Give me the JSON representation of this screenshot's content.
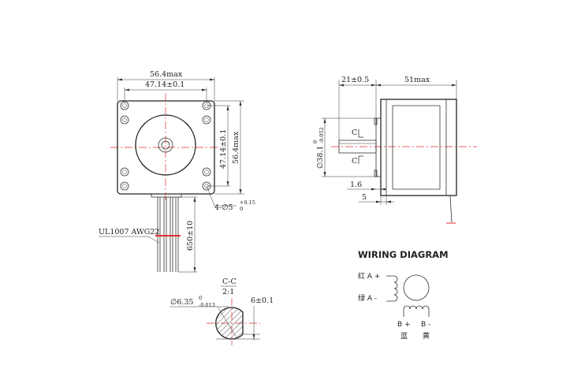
{
  "front_view": {
    "width_max": "56.4max",
    "hole_spacing": "47.14±0.1",
    "hole_spacing_vertical": "47.14±0.1",
    "height_max": "56.4max",
    "mount_holes": "4-∅5",
    "mount_holes_tol_upper": "+0.15",
    "mount_holes_tol_lower": "0",
    "cable_spec": "UL1007  AWG22",
    "lead_length": "650±10"
  },
  "side_view": {
    "shaft_length": "21±0.5",
    "body_length": "51max",
    "pilot_diameter": "∅38.1",
    "pilot_tol_upper": "0",
    "pilot_tol_lower": "-0.052",
    "pilot_height": "1.6",
    "flange_thickness": "5",
    "section_mark_top": "C",
    "section_mark_bottom": "C"
  },
  "section_view": {
    "title": "C-C",
    "scale": "2:1",
    "shaft_diameter": "∅6.35",
    "shaft_tol_upper": "0",
    "shaft_tol_lower": "-0.013",
    "flat_dimension": "6±0.1"
  },
  "wiring": {
    "title": "WIRING DIAGRAM",
    "a_plus": "红  A +",
    "a_minus": "绿  A -",
    "b_plus": "B +",
    "b_minus": "B -",
    "b_plus_color": "蓝",
    "b_minus_color": "黄"
  }
}
